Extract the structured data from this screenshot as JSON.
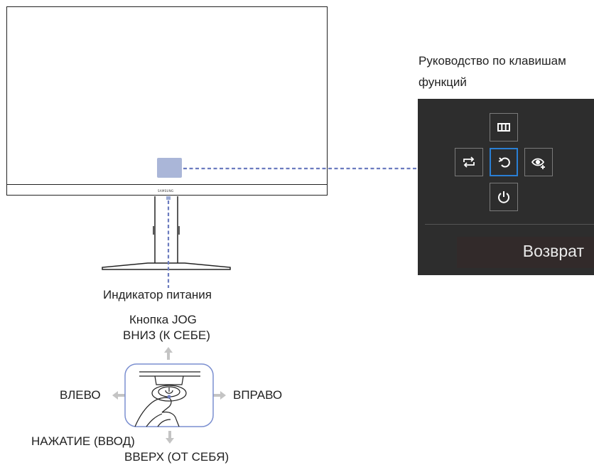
{
  "labels": {
    "guide_title_line1": "Руководство по клавишам",
    "guide_title_line2": "функций",
    "power_indicator": "Индикатор питания",
    "jog_button": "Кнопка JOG",
    "down": "ВНИЗ (К СЕБЕ)",
    "left": "ВЛЕВО",
    "right": "ВПРАВО",
    "press": "НАЖАТИЕ (ВВОД)",
    "up": "ВВЕРХ (ОТ СЕБЯ)"
  },
  "monitor": {
    "brand": "SAMSUNG"
  },
  "guide_panel": {
    "keys": [
      {
        "icon": "menu-icon"
      },
      {
        "icon": "source-switch-icon"
      },
      {
        "icon": "return-icon",
        "selected": true
      },
      {
        "icon": "eye-saver-icon"
      },
      {
        "icon": "power-icon"
      }
    ],
    "action_label": "Возврат"
  },
  "colors": {
    "panel_bg": "#2d2d2d",
    "selected_key": "#2a7fd4",
    "key_border": "#7a7a7a",
    "dashed_line": "#6b7bbf",
    "highlight": "#aab6d8",
    "arrow": "#c4c4c4"
  }
}
